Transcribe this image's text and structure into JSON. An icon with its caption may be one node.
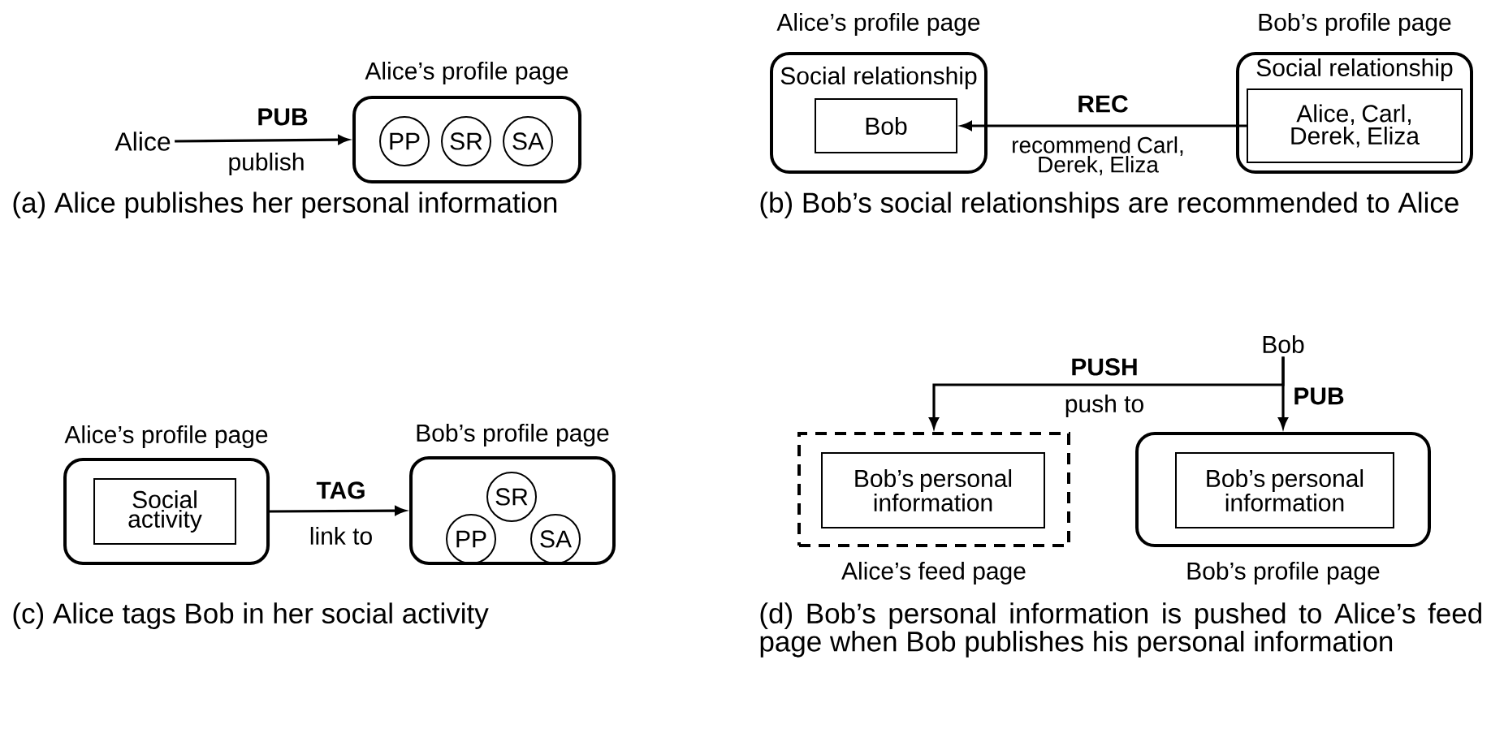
{
  "diagram": {
    "nodes": [
      {
        "text": [
          "Alice"
        ]
      },
      {
        "text": [
          "Alice’s profile page"
        ]
      },
      {
        "text": [
          "PP"
        ],
        "in": 1
      },
      {
        "text": [
          "SR"
        ],
        "in": 1
      },
      {
        "text": [
          "SA"
        ],
        "in": 1
      },
      {
        "text": [
          "Alice’s profile page",
          "Social relationship"
        ]
      },
      {
        "text": [
          "Bob"
        ],
        "in": 5
      },
      {
        "text": [
          "Bob’s profile page",
          "Social relationship"
        ]
      },
      {
        "text": [
          "Alice, Carl, Derek, Eliza"
        ],
        "in": 7
      },
      {
        "text": [
          "Alice’s profile page"
        ]
      },
      {
        "text": [
          "Social activity"
        ],
        "in": 9
      },
      {
        "text": [
          "Bob’s profile page"
        ]
      },
      {
        "text": [
          "SR"
        ],
        "in": 11
      },
      {
        "text": [
          "PP"
        ],
        "in": 11
      },
      {
        "text": [
          "SA"
        ],
        "in": 11
      },
      {
        "text": [
          "Bob"
        ]
      },
      {
        "text": [
          "Alice’s feed page"
        ]
      },
      {
        "text": [
          "Bob’s personal information"
        ],
        "in": 16
      },
      {
        "text": [
          "Bob’s profile page"
        ]
      },
      {
        "text": [
          "Bob’s personal information"
        ],
        "in": 18
      }
    ],
    "edges": [
      {
        "from": 0,
        "to": 1,
        "arrow": "to",
        "label": "PUB"
      },
      {
        "from": 8,
        "to": 6,
        "arrow": "to",
        "label": "REC"
      },
      {
        "from": 9,
        "to": 11,
        "arrow": "to",
        "label": "TAG"
      },
      {
        "from": 15,
        "to": 16,
        "arrow": "to",
        "label": "PUSH"
      },
      {
        "from": 15,
        "to": 18,
        "arrow": "to",
        "label": "PUB"
      }
    ],
    "labels": [
      "publish",
      "(a) Alice publishes her personal information",
      "recommend Carl, Derek, Eliza",
      "(b) Bob’s social relationships are recommended to Alice",
      "link to",
      "(c) Alice tags Bob in her social activity",
      "push to",
      "(d) Bob’s personal information is pushed to Alice’s feed page when Bob publishes his personal information"
    ]
  }
}
